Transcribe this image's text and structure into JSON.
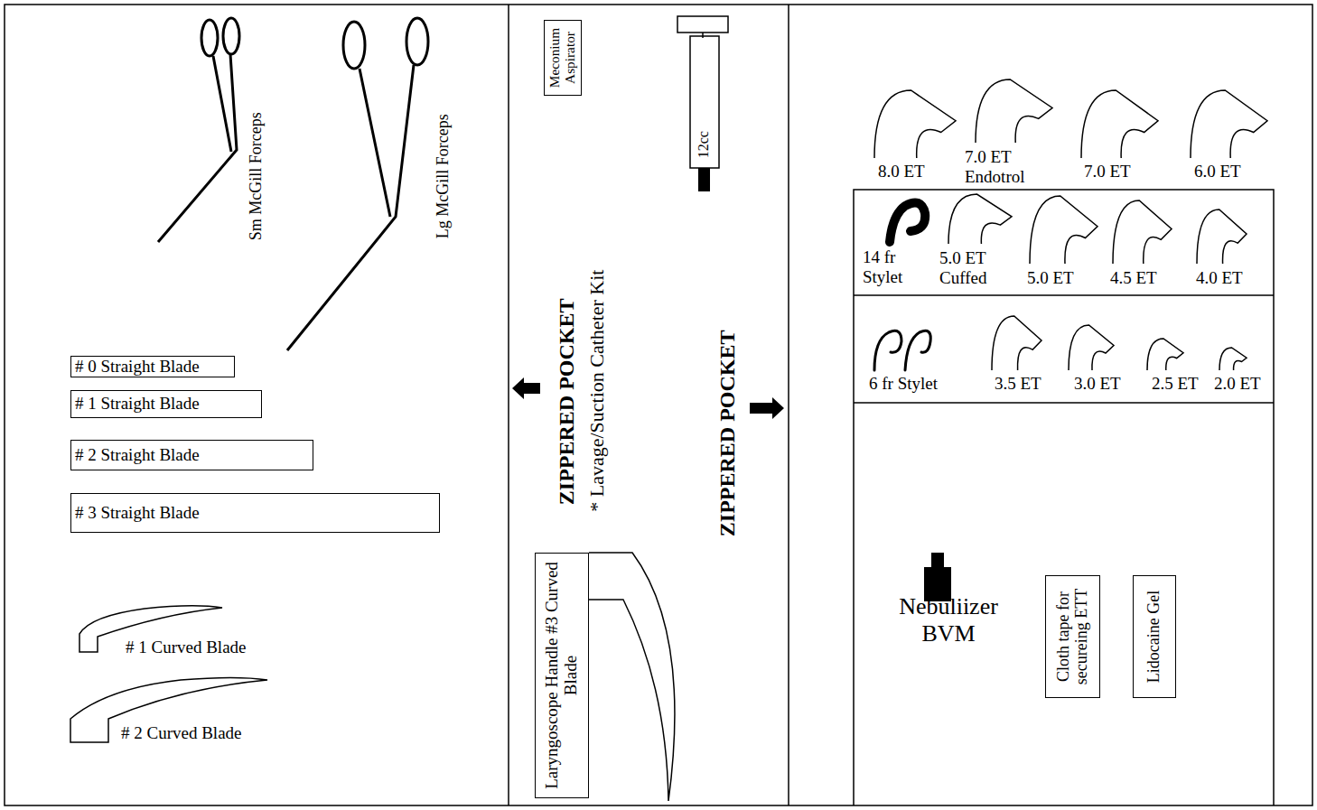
{
  "diagram": {
    "nodes": [
      {
        "text": [
          "# 0 Straight Blade"
        ]
      },
      {
        "text": [
          "# 1 Straight Blade"
        ]
      },
      {
        "text": [
          "# 2 Straight Blade"
        ]
      },
      {
        "text": [
          "# 3 Straight Blade"
        ]
      },
      {
        "text": [
          "Meconium Aspirator"
        ]
      },
      {
        "text": [
          "Laryngoscope Handle #3 Curved Blade"
        ]
      },
      {
        "text": [
          "Cloth tape for secureing ETT"
        ]
      },
      {
        "text": [
          "Lidocaine Gel"
        ]
      }
    ],
    "labels": [
      "Sm McGill Forceps",
      "Lg McGill Forceps",
      "# 1 Curved Blade",
      "# 2 Curved Blade",
      "12cc",
      "ZIPPERED POCKET",
      "* Lavage/Suction Catheter Kit",
      "ZIPPERED POCKET",
      "8.0 ET",
      "7.0 ET Endotrol",
      "7.0 ET",
      "6.0 ET",
      "14 fr Stylet",
      "5.0 ET Cuffed",
      "5.0 ET",
      "4.5 ET",
      "4.0 ET",
      "6 fr Stylet",
      "3.5 ET",
      "3.0 ET",
      "2.5 ET",
      "2.0 ET",
      "Nebuliizer BVM"
    ]
  }
}
